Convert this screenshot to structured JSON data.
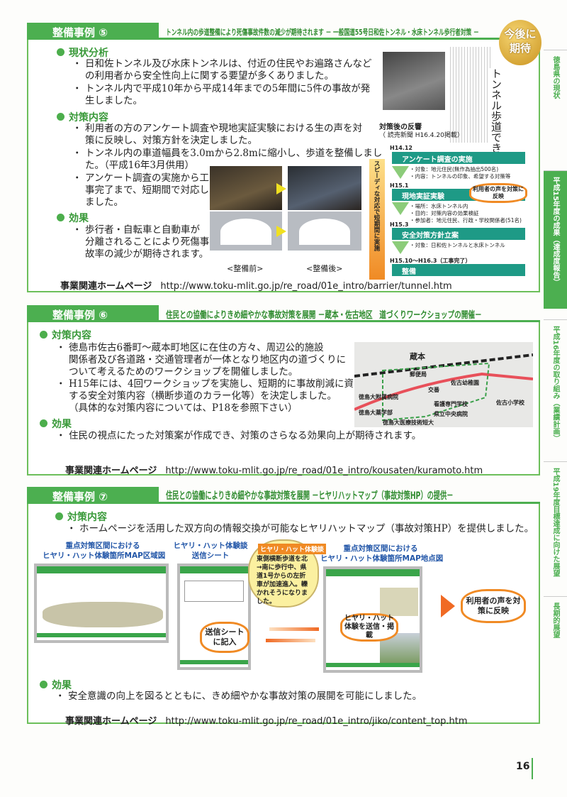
{
  "section5": {
    "label": "整備事例 ⑤",
    "title": "トンネル内の歩道整備により死傷事故件数の減少が期待されます － 一般国道55号日和佐トンネル・水床トンネル歩行者対策 －",
    "badge": "今後に期待",
    "status_heading": "現状分析",
    "status_bullets": [
      [
        "日和佐トンネル及び水床トンネルは、付近の住民やお遍路さんなど",
        "の利用者から安全性向上に関する要望が多くありました。"
      ],
      [
        "トンネル内で平成10年から平成14年までの5年間に5件の事故が発",
        "生しました。"
      ]
    ],
    "measures_heading": "対策内容",
    "measures_bullets": [
      [
        "利用者の方のアンケート調査や現地実証実験における生の声を対",
        "策に反映し、対策方針を決定しました。"
      ],
      [
        "トンネル内の車道幅員を3.0mから2.8mに縮小し、歩道を整備しまし",
        "た。（平成16年3月供用）"
      ],
      [
        "アンケート調査の実施から工",
        "事完了まで、短期間で対応し",
        "ました。"
      ]
    ],
    "effect_heading": "効果",
    "effect_bullets": [
      [
        "歩行者・自転車と自動車が",
        "分離されることにより死傷事",
        "故率の減少が期待されます。"
      ]
    ],
    "caption_before": "<整備前>",
    "caption_after": "<整備後>",
    "newspaper_headline": "トンネル歩道できた",
    "reaction_title": "対策後の反響",
    "reaction_source": "（ 読売新聞 H16.4.20掲載）",
    "speed_label": "スピーディな対応で短期間に実施",
    "flow": [
      {
        "date": "H14.12",
        "step": "アンケート調査の実施",
        "notes": [
          "・対象：地元住民(無作為抽出500名)",
          "・内容：トンネルの印象、希望する対策等"
        ]
      },
      {
        "date": "H15.1",
        "step": "現地実証実験",
        "notes": [
          "・場所：水床トンネル内",
          "・目的：対策内容の効果検証",
          "・参加者：地元住民、行政・学校関係者(51名)"
        ]
      },
      {
        "date": "H15.3",
        "step": "安全対策方針立案",
        "notes": [
          "・対象：日和佐トンネルと水床トンネル"
        ]
      },
      {
        "date": "H15.10～H16.3（工事完了）",
        "step": "整備",
        "notes": []
      }
    ],
    "flow_burst": "利用者の声を対策に反映",
    "url_label": "事業関連ホームページ",
    "url": "http://www.toku-mlit.go.jp/re_road/01e_intro/barrier/tunnel.htm"
  },
  "section6": {
    "label": "整備事例 ⑥",
    "title": "住民との協働によりきめ細やかな事故対策を展開 －蔵本・佐古地区　道づくりワークショップの開催－",
    "measures_heading": "対策内容",
    "measures_bullets": [
      [
        "徳島市佐古6番町～蔵本町地区に在住の方々、周辺公的施設",
        "関係者及び各道路・交通管理者が一体となり地区内の道づくりに",
        "ついて考えるためのワークショップを開催しました。"
      ],
      [
        "H15年には、4回ワークショップを実施し、短期的に事故削減に資",
        "する安全対策内容（横断歩道のカラー化等）を決定しました。",
        "（具体的な対策内容については、P18を参照下さい）"
      ]
    ],
    "effect_heading": "効果",
    "effect_bullets": [
      [
        "住民の視点にたった対策案が作成でき、対策のさらなる効果向上が期待されます。"
      ]
    ],
    "map_labels": [
      "蔵本",
      "郵便局",
      "交番",
      "佐古幼稚園",
      "佐古小学校",
      "徳島大附属病院",
      "看護専門学校",
      "徳島大薬学部",
      "県立中央病院",
      "徳島大医療技術短大"
    ],
    "url_label": "事業関連ホームページ",
    "url": "http://www.toku-mlit.go.jp/re_road/01e_intro/kousaten/kuramoto.htm"
  },
  "section7": {
    "label": "整備事例 ⑦",
    "title": "住民との協働によりきめ細やかな事故対策を展開 －ヒヤリハットマップ（事故対策HP）の提供－",
    "measures_heading": "対策内容",
    "measures_bullets": [
      [
        "ホームページを活用した双方向の情報交換が可能なヒヤリハットマップ（事故対策HP）を提供しました。"
      ]
    ],
    "shot1_title": [
      "重点対策区間における",
      "ヒヤリ・ハット体験箇所MAP区域図"
    ],
    "shot2_title": [
      "ヒヤリ・ハット体験談",
      "送信シート"
    ],
    "shot3_title": [
      "重点対策区間における",
      "ヒヤリ・ハット体験箇所MAP地点図"
    ],
    "bubble_title": "ヒヤリ・ハット体験談",
    "bubble_text": "東側横断歩道を北→南に歩行中、県道1号からの左折車が加速進入。轢かれそうになりました。",
    "burst_send": "送信シートに記入",
    "burst_post": "ヒヤリ・ハット体験を送信・掲載",
    "burst_reflect": "利用者の声を対策に反映",
    "effect_heading": "効果",
    "effect_bullets": [
      [
        "安全意識の向上を図るとともに、きめ細やかな事故対策の展開を可能にしました。"
      ]
    ],
    "url_label": "事業関連ホームページ",
    "url": "http://www.toku-mlit.go.jp/re_road/01e_intro/jiko/content_top.htm"
  },
  "side_tabs": [
    {
      "label": "徳島県の現状"
    },
    {
      "label": "平成15年度の成果（達成度報告）"
    },
    {
      "label": "平成16年度の取り組み（業績計画）"
    },
    {
      "label": "平成19年度目標達成に向けた展望"
    },
    {
      "label": "長期的展望"
    }
  ],
  "page_number": "16"
}
